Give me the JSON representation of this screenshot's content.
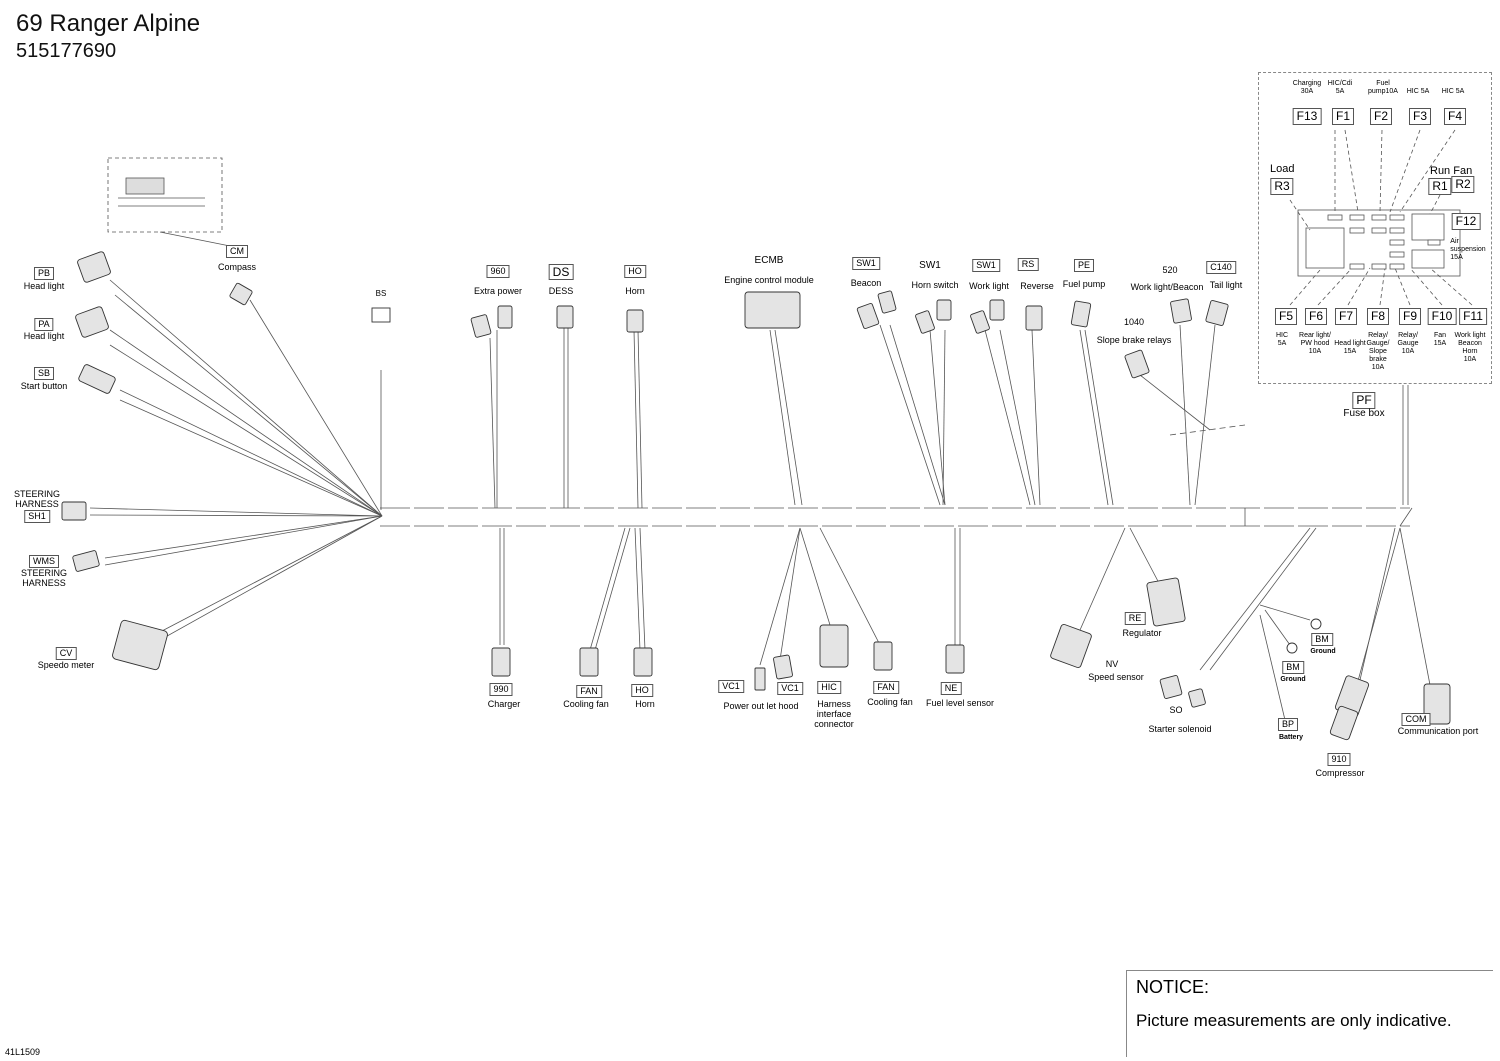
{
  "header": {
    "title": "69 Ranger Alpine",
    "part_number": "515177690"
  },
  "image_ref": "41L1509",
  "notice": {
    "heading": "NOTICE:",
    "text": "Picture measurements are only indicative."
  },
  "left": {
    "compass": {
      "code": "CM",
      "label": "Compass"
    },
    "head_b": {
      "code": "PB",
      "label": "Head light"
    },
    "head_a": {
      "code": "PA",
      "label": "Head light"
    },
    "start": {
      "code": "SB",
      "label": "Start button"
    },
    "steering1": {
      "code": "SH1",
      "label": "STEERING\nHARNESS"
    },
    "steering2": {
      "code": "WMS",
      "label": "STEERING\nHARNESS"
    },
    "speedo": {
      "code": "CV",
      "label": "Speedo meter"
    },
    "bs": {
      "code": "BS"
    }
  },
  "top": {
    "extra": {
      "code": "960",
      "label": "Extra power"
    },
    "dess": {
      "code": "DS",
      "label": "DESS"
    },
    "horn": {
      "code": "HO",
      "label": "Horn"
    },
    "ecm": {
      "code": "ECMB",
      "label": "Engine control module"
    },
    "beacon": {
      "code": "SW1",
      "label": "Beacon"
    },
    "hornsw": {
      "code": "SW1",
      "label": "Horn switch"
    },
    "work": {
      "code": "SW1",
      "label": "Work light"
    },
    "reverse": {
      "code": "RS",
      "label": "Reverse"
    },
    "fuelpump": {
      "code": "PE",
      "label": "Fuel pump"
    },
    "workbeacon": {
      "code": "520",
      "label": "Work light/Beacon"
    },
    "tail": {
      "code": "C140",
      "label": "Tail light"
    },
    "slope": {
      "code": "1040",
      "label": "Slope brake relays"
    }
  },
  "bottom": {
    "charger": {
      "code": "990",
      "label": "Charger"
    },
    "fan1": {
      "code": "FAN",
      "label": "Cooling fan"
    },
    "horn": {
      "code": "HO",
      "label": "Horn"
    },
    "vc1a": {
      "code": "VC1"
    },
    "vc1b": {
      "code": "VC1",
      "label": "Power out let hood"
    },
    "hic": {
      "code": "HIC",
      "label": "Harness\ninterface\nconnector"
    },
    "fan2": {
      "code": "FAN",
      "label": "Cooling fan"
    },
    "fuellevel": {
      "code": "NE",
      "label": "Fuel level sensor"
    },
    "speedsensor": {
      "code": "NV",
      "label": "Speed sensor"
    },
    "regulator": {
      "code": "RE",
      "label": "Regulator"
    },
    "solenoid": {
      "code": "SO",
      "label": "Starter solenoid"
    },
    "ground1": {
      "code": "BM",
      "label": "Ground"
    },
    "ground2": {
      "code": "BM",
      "label": "Ground"
    },
    "battery": {
      "code": "BP",
      "label": "Battery"
    },
    "compressor": {
      "code": "910",
      "label": "Compressor"
    },
    "comm": {
      "code": "COM",
      "label": "Communication port"
    }
  },
  "fusebox": {
    "code": "PF",
    "label": "Fuse box",
    "top_labels": [
      "Charging\n30A",
      "HIC/Cdi\n5A",
      "Fuel\npump10A",
      "HIC 5A",
      "HIC 5A"
    ],
    "top_fuses": [
      "F13",
      "F1",
      "F2",
      "F3",
      "F4"
    ],
    "load_label": "Load",
    "r3": "R3",
    "runfan_label": "Run Fan",
    "r1": "R1",
    "r2": "R2",
    "f12": "F12",
    "f12_label": "Air\nsuspension\n15A",
    "bottom_fuses": [
      "F5",
      "F6",
      "F7",
      "F8",
      "F9",
      "F10",
      "F11"
    ],
    "bottom_labels": [
      "HIC\n5A",
      "Rear light/\nPW hood\n10A",
      "Head light\n15A",
      "Relay/\nGauge/\nSlope\nbrake\n10A",
      "Relay/\nGauge\n10A",
      "Fan\n15A",
      "Work light\nBeacon\nHorn\n10A"
    ]
  }
}
